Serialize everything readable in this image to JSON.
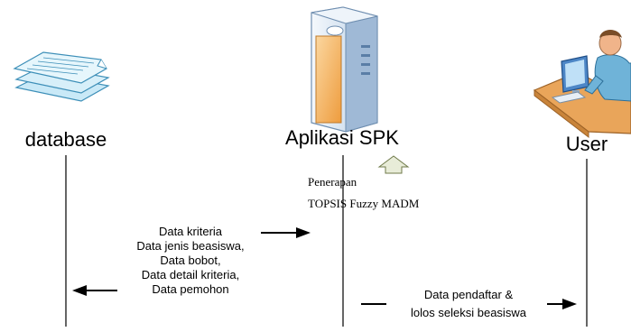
{
  "actors": {
    "database": {
      "label": "database",
      "icon": "database-stack-icon"
    },
    "aplikasi": {
      "label": "Aplikasi SPK",
      "icon": "server-tower-icon"
    },
    "user": {
      "label": "User",
      "icon": "user-at-computer-icon"
    }
  },
  "note": {
    "line1": "Penerapan",
    "line2": "TOPSIS Fuzzy MADM",
    "icon": "up-arrow-icon"
  },
  "messages": {
    "db_to_app": [
      "Data kriteria",
      "Data jenis beasiswa,",
      "Data bobot,",
      "Data detail kriteria,",
      "Data pemohon"
    ],
    "app_to_user": [
      "Data pendaftar &",
      "lolos seleksi beasiswa"
    ]
  },
  "colors": {
    "line": "#000000",
    "document": "#dff3fb",
    "document_stroke": "#3d8fb8",
    "server_body": "#dde9f5",
    "server_panel": "#f3b45f",
    "desk": "#e9a55a",
    "person_shirt": "#6fb3d8",
    "person_skin": "#f0b48a"
  }
}
